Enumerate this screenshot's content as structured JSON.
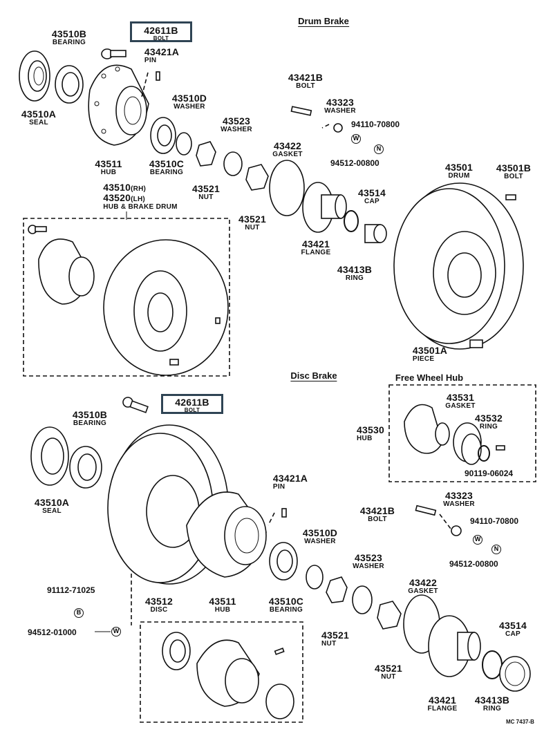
{
  "sections": {
    "drum": "Drum Brake",
    "disc": "Disc Brake",
    "freewheel": "Free Wheel Hub"
  },
  "highlighted_bolts": [
    {
      "number": "42611B",
      "name": "BOLT"
    },
    {
      "number": "42611B",
      "name": "BOLT"
    }
  ],
  "drum_parts": [
    {
      "number": "43510B",
      "name": "BEARING"
    },
    {
      "number": "43421A",
      "name": "PIN"
    },
    {
      "number": "43510A",
      "name": "SEAL"
    },
    {
      "number": "43510D",
      "name": "WASHER"
    },
    {
      "number": "43511",
      "name": "HUB"
    },
    {
      "number": "43510C",
      "name": "BEARING"
    },
    {
      "number": "43421B",
      "name": "BOLT"
    },
    {
      "number": "43323",
      "name": "WASHER"
    },
    {
      "number": "43523",
      "name": "WASHER"
    },
    {
      "number": "43422",
      "name": "GASKET"
    },
    {
      "number": "43521",
      "name": "NUT"
    },
    {
      "number": "43521",
      "name": "NUT"
    },
    {
      "number": "43514",
      "name": "CAP"
    },
    {
      "number": "43421",
      "name": "FLANGE"
    },
    {
      "number": "43413B",
      "name": "RING"
    },
    {
      "number": "43501",
      "name": "DRUM"
    },
    {
      "number": "43501B",
      "name": "BOLT"
    },
    {
      "number": "43501A",
      "name": "PIECE"
    }
  ],
  "assembly": {
    "number_rh": "43510",
    "rh": "(RH)",
    "number_lh": "43520",
    "lh": "(LH)",
    "name": "HUB & BRAKE DRUM"
  },
  "drum_codes": {
    "code1": "94110-70800",
    "code2": "94512-00800",
    "sym_w": "W",
    "sym_n": "N"
  },
  "disc_parts": [
    {
      "number": "43510B",
      "name": "BEARING"
    },
    {
      "number": "43510A",
      "name": "SEAL"
    },
    {
      "number": "43421A",
      "name": "PIN"
    },
    {
      "number": "43510D",
      "name": "WASHER"
    },
    {
      "number": "43512",
      "name": "DISC"
    },
    {
      "number": "43511",
      "name": "HUB"
    },
    {
      "number": "43510C",
      "name": "BEARING"
    },
    {
      "number": "43421B",
      "name": "BOLT"
    },
    {
      "number": "43323",
      "name": "WASHER"
    },
    {
      "number": "43523",
      "name": "WASHER"
    },
    {
      "number": "43422",
      "name": "GASKET"
    },
    {
      "number": "43521",
      "name": "NUT"
    },
    {
      "number": "43521",
      "name": "NUT"
    },
    {
      "number": "43514",
      "name": "CAP"
    },
    {
      "number": "43421",
      "name": "FLANGE"
    },
    {
      "number": "43413B",
      "name": "RING"
    }
  ],
  "disc_codes": {
    "code1": "91112-71025",
    "sym_b": "B",
    "code2": "94512-01000",
    "sym_w": "W",
    "code3": "94110-70800",
    "code4": "94512-00800",
    "sym_w2": "W",
    "sym_n": "N"
  },
  "freewheel_parts": [
    {
      "number": "43531",
      "name": "GASKET"
    },
    {
      "number": "43530",
      "name": "HUB"
    },
    {
      "number": "43532",
      "name": "RING"
    }
  ],
  "freewheel_code": "90119-06024",
  "footer_code": "MC 7437-B"
}
